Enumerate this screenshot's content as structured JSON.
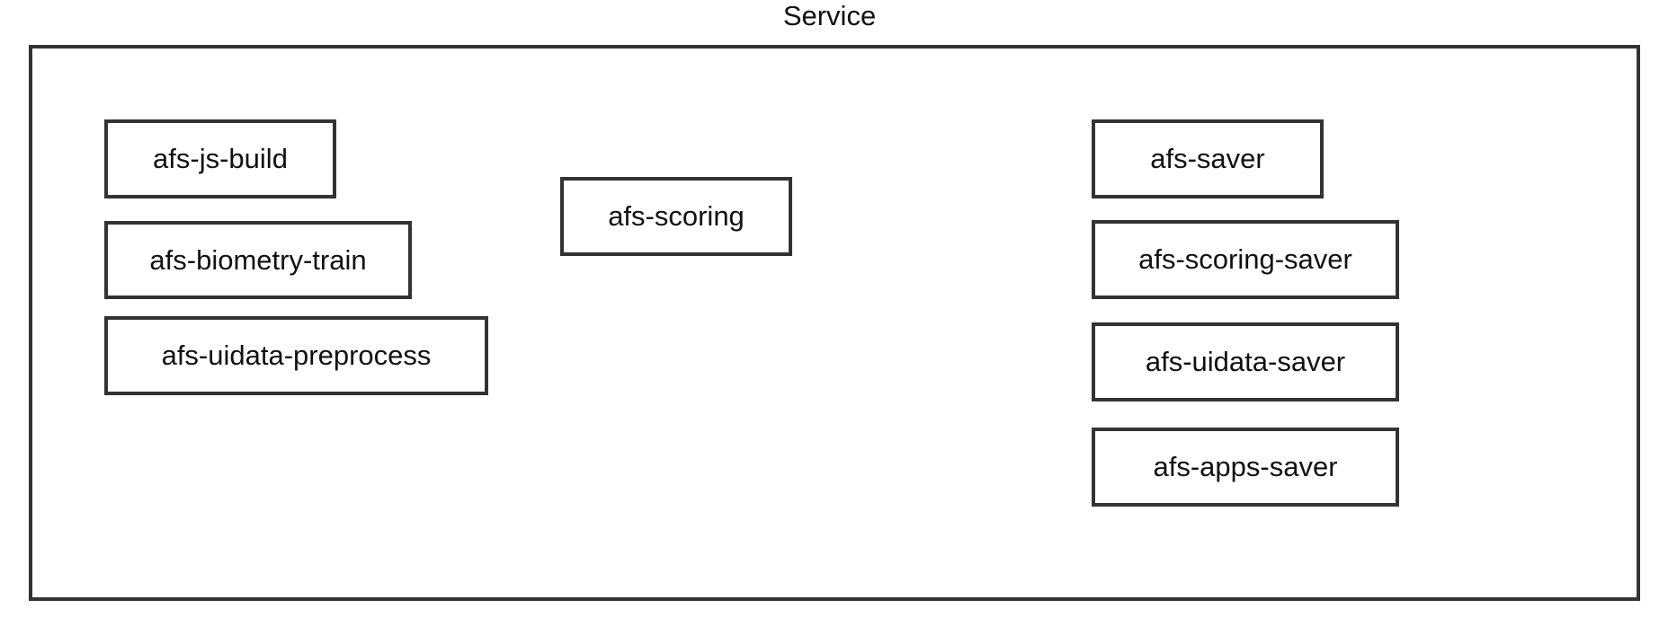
{
  "title": "Service",
  "nodes": {
    "js_build": "afs-js-build",
    "biometry_train": "afs-biometry-train",
    "uidata_preprocess": "afs-uidata-preprocess",
    "scoring": "afs-scoring",
    "saver": "afs-saver",
    "scoring_saver": "afs-scoring-saver",
    "uidata_saver": "afs-uidata-saver",
    "apps_saver": "afs-apps-saver"
  },
  "colors": {
    "border": "#333333",
    "text": "#111111",
    "background": "#ffffff"
  }
}
